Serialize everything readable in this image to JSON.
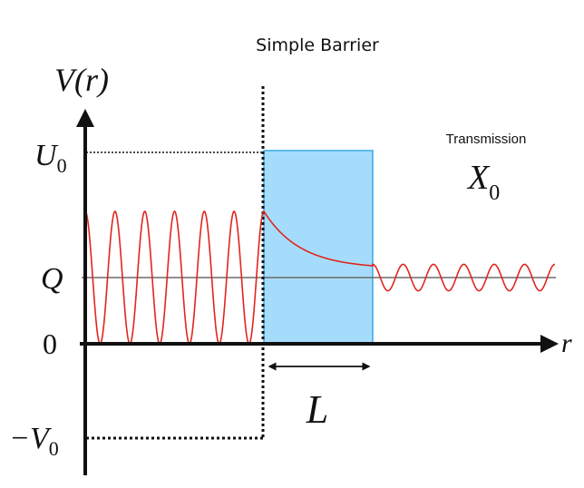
{
  "title": "Simple Barrier",
  "axis": {
    "y_label": "V(r)",
    "x_label": "r"
  },
  "levels": {
    "u0": {
      "main": "U",
      "sub": "0"
    },
    "q": "Q",
    "zero": "0",
    "neg_v0": {
      "main": "−V",
      "sub": "0"
    }
  },
  "transmission_label": "Transmission",
  "transmission_symbol": {
    "main": "X",
    "sub": "0"
  },
  "width_label": "L",
  "colors": {
    "barrier_fill": "#a6dcfb",
    "barrier_stroke": "#3aa8e8",
    "wave": "#e0261e",
    "q_line": "#6b6b6b",
    "axis": "#111111"
  },
  "wave": {
    "incident_oscillations": 6,
    "transmitted_oscillations": 6,
    "incident_amplitude_fraction_of_q": 1.0,
    "transmitted_amplitude_fraction_of_q": 0.2,
    "decay": "exponential"
  }
}
